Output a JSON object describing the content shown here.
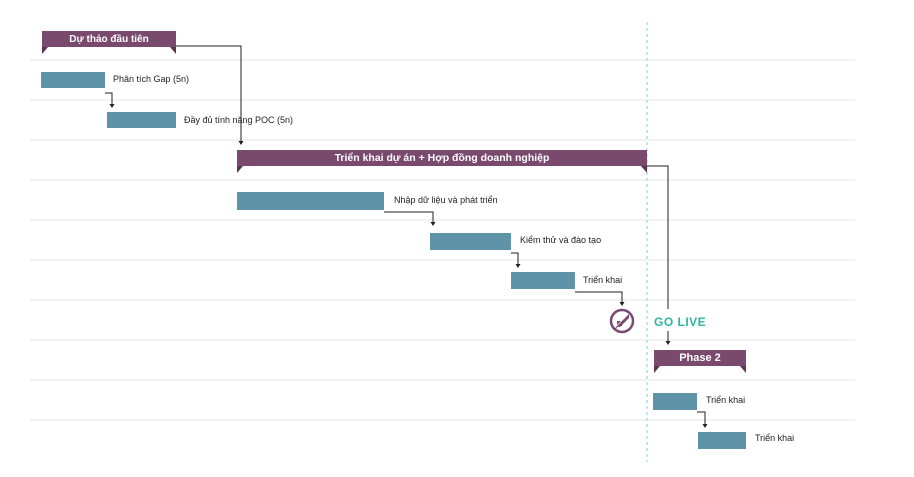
{
  "colors": {
    "phase": "#7a4a6e",
    "phase_dark": "#5b3452",
    "task": "#5f93a8",
    "grid": "#e6e6e6",
    "connector": "#222222",
    "golive": "#2cb8a0",
    "today_line": "#7fd0cf"
  },
  "phases": [
    {
      "id": "p1",
      "label": "Dự thảo đầu tiên"
    },
    {
      "id": "p2",
      "label": "Triển khai dự án + Hợp đồng doanh nghiệp"
    },
    {
      "id": "p3",
      "label": "Phase 2"
    }
  ],
  "tasks": [
    {
      "id": "t1",
      "label": "Phân tích Gap (5n)"
    },
    {
      "id": "t2",
      "label": "Đầy đủ tính năng POC (5n)"
    },
    {
      "id": "t3",
      "label": "Nhập dữ liệu và phát triển"
    },
    {
      "id": "t4",
      "label": "Kiểm thử và đào tạo"
    },
    {
      "id": "t5",
      "label": "Triển khai"
    },
    {
      "id": "t6",
      "label": "Triển khai"
    },
    {
      "id": "t7",
      "label": "Triển khai"
    }
  ],
  "milestone": {
    "label": "GO LIVE",
    "icon": "rocket-icon"
  }
}
